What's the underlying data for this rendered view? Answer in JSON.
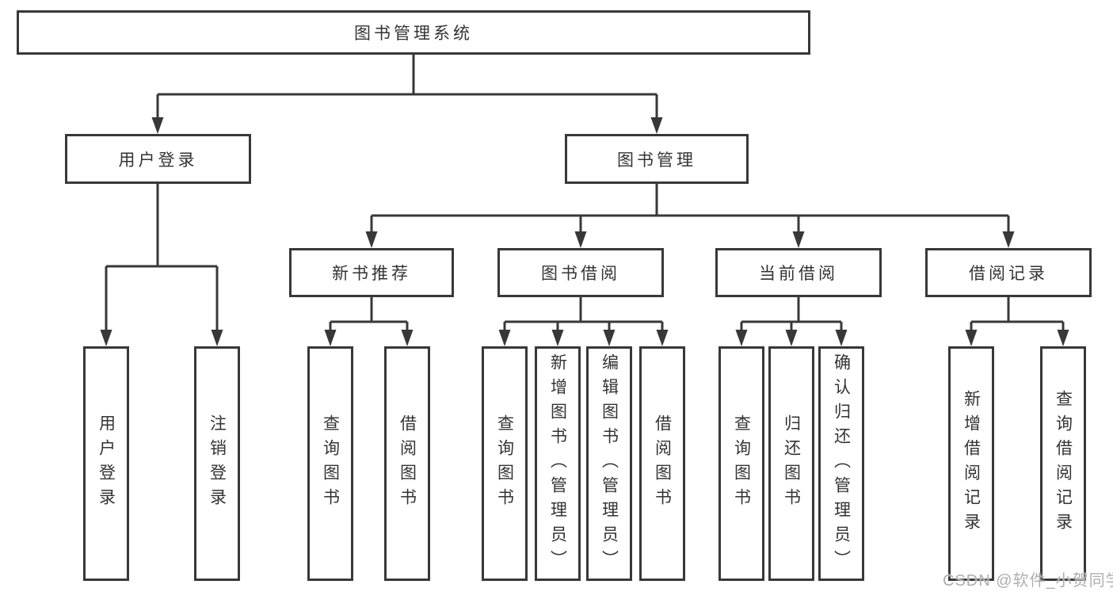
{
  "tree": {
    "label": "图书管理系统",
    "children": [
      {
        "label": "用户登录",
        "children": [
          {
            "label": "用户登录"
          },
          {
            "label": "注销登录"
          }
        ]
      },
      {
        "label": "图书管理",
        "children": [
          {
            "label": "新书推荐",
            "children": [
              {
                "label": "查询图书"
              },
              {
                "label": "借阅图书"
              }
            ]
          },
          {
            "label": "图书借阅",
            "children": [
              {
                "label": "查询图书"
              },
              {
                "label": "新增图书（管理员）"
              },
              {
                "label": "编辑图书（管理员）"
              },
              {
                "label": "借阅图书"
              }
            ]
          },
          {
            "label": "当前借阅",
            "children": [
              {
                "label": "查询图书"
              },
              {
                "label": "归还图书"
              },
              {
                "label": "确认归还（管理员）"
              }
            ]
          },
          {
            "label": "借阅记录",
            "children": [
              {
                "label": "新增借阅记录"
              },
              {
                "label": "查询借阅记录"
              }
            ]
          }
        ]
      }
    ]
  },
  "watermark": {
    "label": "CSDN @软件_小贺同学"
  },
  "colors": {
    "line": "#383838",
    "text": "#333333",
    "watermark_text": "#aeaeae",
    "background": "#ffffff"
  }
}
